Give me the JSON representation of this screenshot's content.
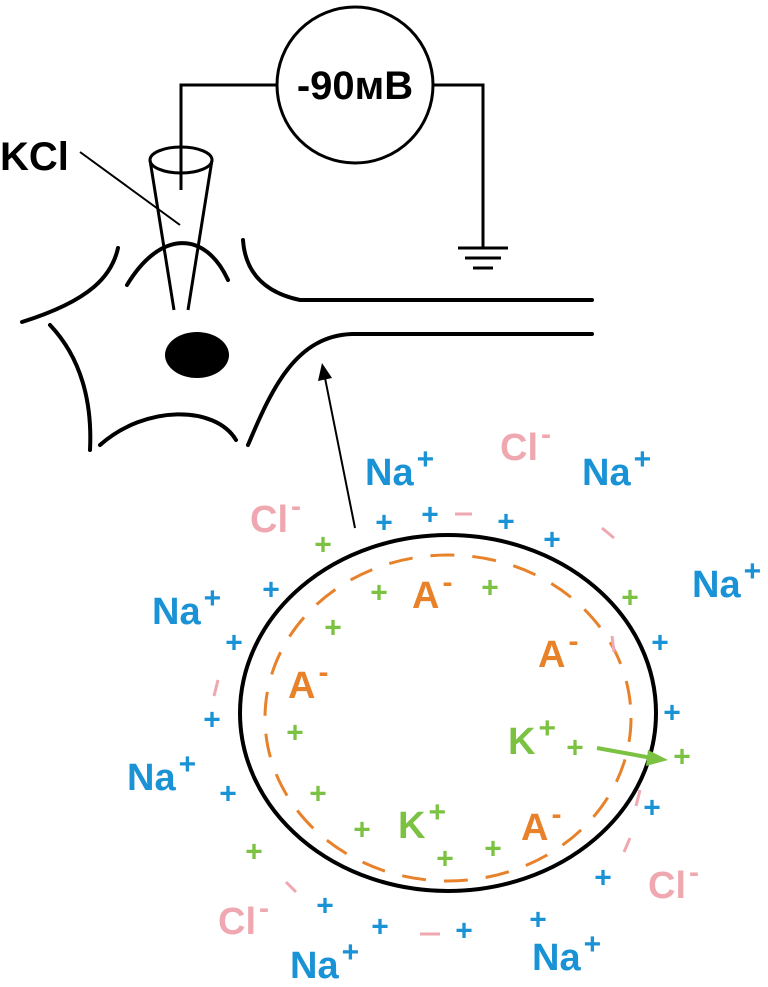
{
  "voltmeter": {
    "reading": "-90мВ"
  },
  "electrode": {
    "label": "KCl"
  },
  "colors": {
    "line": "#000000",
    "sodium": "#1a93d6",
    "chloride": "#f0a8b0",
    "potassium": "#7cc242",
    "anion": "#e8822a"
  },
  "ions": {
    "sodium": {
      "symbol": "Na",
      "charge": "+"
    },
    "chloride": {
      "symbol": "Cl",
      "charge": "-"
    },
    "potassium": {
      "symbol": "K",
      "charge": "+"
    },
    "anion": {
      "symbol": "A",
      "charge": "-"
    }
  }
}
